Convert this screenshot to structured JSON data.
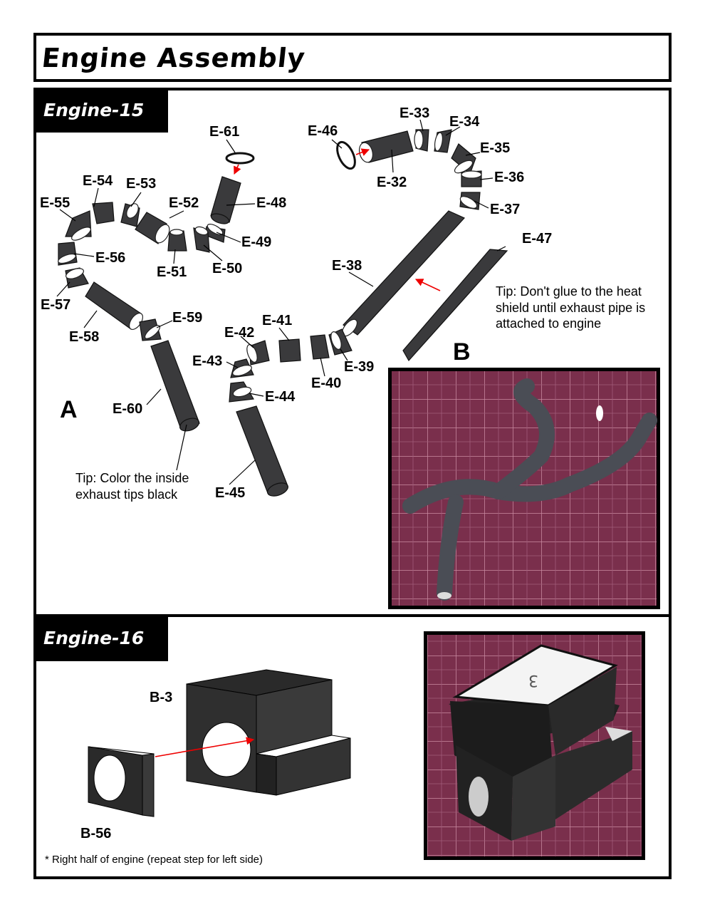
{
  "title": "Engine Assembly",
  "sections": {
    "engine15": {
      "label": "Engine-15",
      "part_labels": {
        "e61": "E-61",
        "e46": "E-46",
        "e33": "E-33",
        "e34": "E-34",
        "e35": "E-35",
        "e36": "E-36",
        "e32": "E-32",
        "e54": "E-54",
        "e53": "E-53",
        "e52": "E-52",
        "e48": "E-48",
        "e55": "E-55",
        "e49": "E-49",
        "e56": "E-56",
        "e51": "E-51",
        "e50": "E-50",
        "e37": "E-37",
        "e47": "E-47",
        "e38": "E-38",
        "e57": "E-57",
        "e58": "E-58",
        "e59": "E-59",
        "e41": "E-41",
        "e42": "E-42",
        "e43": "E-43",
        "e39": "E-39",
        "e40": "E-40",
        "e44": "E-44",
        "e60": "E-60",
        "e45": "E-45"
      },
      "group_a": "A",
      "group_b": "B",
      "tip_a": [
        "Tip: Color the inside",
        "exhaust tips black"
      ],
      "tip_b": [
        "Tip: Don't glue to the heat",
        "shield until exhaust pipe is",
        "attached to engine"
      ]
    },
    "engine16": {
      "label": "Engine-16",
      "part_labels": {
        "b3": "B-3",
        "b56": "B-56"
      },
      "note": "* Right half of engine (repeat step for left side)",
      "photo_marking": "3"
    }
  },
  "colors": {
    "part": "#3a3a3c",
    "arrow": "#e00000",
    "cutting_mat": "#7a2f4c",
    "mat_grid": "#c98aa2"
  }
}
